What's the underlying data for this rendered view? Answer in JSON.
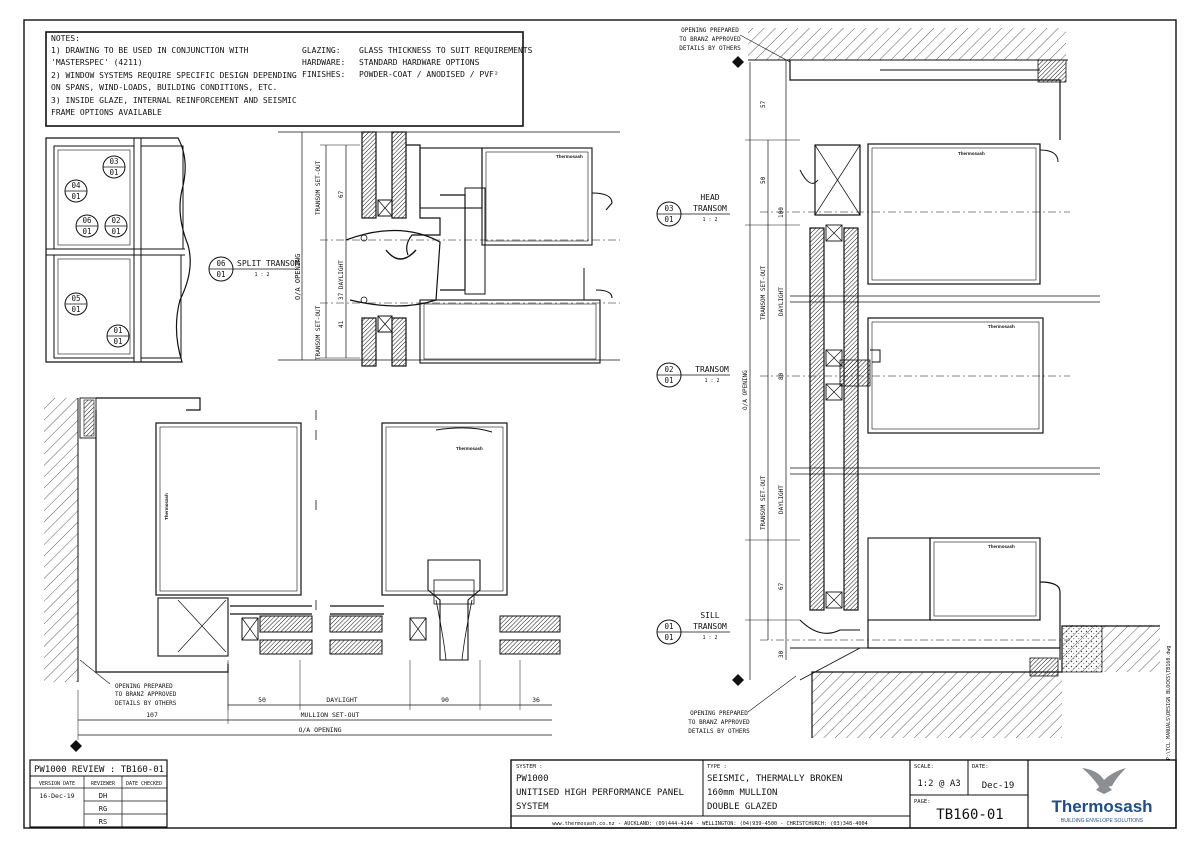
{
  "notes": {
    "heading": "NOTES:",
    "lines": [
      "1) DRAWING TO BE USED IN CONJUNCTION WITH",
      "'MASTERSPEC' (4211)",
      "2) WINDOW SYSTEMS REQUIRE SPECIFIC DESIGN DEPENDING",
      "ON SPANS, WIND-LOADS, BUILDING CONDITIONS, ETC.",
      "3) INSIDE GLAZE, INTERNAL REINFORCEMENT AND SEISMIC",
      "FRAME OPTIONS AVAILABLE"
    ],
    "specs": [
      {
        "key": "GLAZING:",
        "value": "GLASS THICKNESS TO SUIT REQUIREMENTS"
      },
      {
        "key": "HARDWARE:",
        "value": "STANDARD HARDWARE OPTIONS"
      },
      {
        "key": "FINISHES:",
        "value": "POWDER-COAT / ANODISED / PVF²"
      }
    ]
  },
  "key_plan": {
    "bubbles": [
      {
        "top": "03",
        "bottom": "01"
      },
      {
        "top": "04",
        "bottom": "01"
      },
      {
        "top": "06",
        "bottom": "01"
      },
      {
        "top": "02",
        "bottom": "01"
      },
      {
        "top": "05",
        "bottom": "01"
      },
      {
        "top": "01",
        "bottom": "01"
      }
    ]
  },
  "details": {
    "split_transom": {
      "num": "06",
      "sheet": "01",
      "title": "SPLIT TRANSOM",
      "scale": "1 : 2"
    },
    "head_transom": {
      "num": "03",
      "sheet": "01",
      "title_a": "HEAD",
      "title_b": "TRANSOM",
      "scale": "1 : 2"
    },
    "transom": {
      "num": "02",
      "sheet": "01",
      "title": "TRANSOM",
      "scale": "1 : 2"
    },
    "sill_transom": {
      "num": "01",
      "sheet": "01",
      "title_a": "SILL",
      "title_b": "TRANSOM",
      "scale": "1 : 2"
    }
  },
  "split_dims": {
    "transom_setout": "TRANSOM SET-OUT",
    "oa_opening": "O/A OPENING",
    "daylight": "37 DAYLIGHT",
    "dim_67": "67",
    "dim_41": "41"
  },
  "plan_dims": {
    "d50": "50",
    "daylight": "DAYLIGHT",
    "d90": "90",
    "d36": "36",
    "d107": "107",
    "mullion_setout": "MULLION SET-OUT",
    "oa_opening": "O/A OPENING"
  },
  "section_dims": {
    "d57": "57",
    "d50": "50",
    "d100": "100",
    "d80": "80",
    "d67": "67",
    "d30": "30",
    "transom_setout": "TRANSOM SET-OUT",
    "daylight": "DAYLIGHT",
    "oa_opening": "O/A OPENING"
  },
  "annotations": {
    "opening_top_lines": [
      "OPENING PREPARED",
      "TO BRANZ APPROVED",
      "DETAILS BY OTHERS"
    ],
    "opening_left_lines": [
      "OPENING PREPARED",
      "TO BRANZ APPROVED",
      "DETAILS BY OTHERS"
    ],
    "opening_right_lines": [
      "OPENING PREPARED",
      "TO BRANZ APPROVED",
      "DETAILS BY OTHERS"
    ],
    "brand_small": "Thermosash",
    "file_path": "P:\\TCL MANUALS\\DESIGN BLOCKS\\TB160.dwg"
  },
  "title_block": {
    "review_title": "PW1000 REVIEW : TB160-01",
    "col_version_date": "VERSION DATE",
    "col_reviewer": "REVIEWER",
    "col_date_checked": "DATE CHECKED",
    "version_date": "16-Dec-19",
    "reviewers": [
      "DH",
      "RG",
      "RS"
    ],
    "system_label": "SYSTEM :",
    "system_lines": [
      "PW1000",
      "UNITISED HIGH PERFORMANCE PANEL",
      "SYSTEM"
    ],
    "type_label": "TYPE :",
    "type_lines": [
      "SEISMIC, THERMALLY BROKEN",
      "160mm MULLION",
      "DOUBLE GLAZED"
    ],
    "contact": "www.thermosash.co.nz  -  AUCKLAND: (09)444-4144  -  WELLINGTON: (04)939-4500  -  CHRISTCHURCH: (03)348-4004",
    "scale_label": "SCALE:",
    "scale_value": "1:2 @ A3",
    "date_label": "DATE:",
    "date_value": "Dec-19",
    "page_label": "PAGE:",
    "page_value": "TB160-01",
    "brand_name": "Thermosash",
    "brand_tagline": "BUILDING ENVELOPE SOLUTIONS",
    "brand_color": "#1c4f8c"
  }
}
